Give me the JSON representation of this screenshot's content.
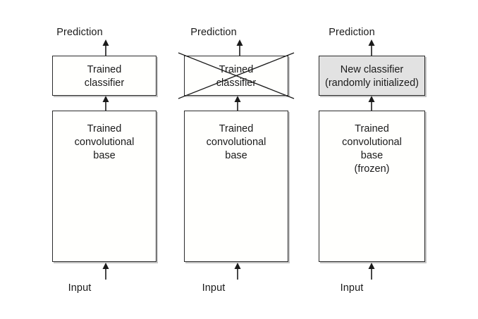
{
  "figure": {
    "title": "Transfer learning classifier swap diagram",
    "background_color": "#ffffff",
    "line_color": "#2b2b2b",
    "shaded_fill": "#e2e2e2",
    "plain_fill": "#fffffd"
  },
  "columns": [
    {
      "id": "col-1",
      "prediction_label": "Prediction",
      "classifier": {
        "lines": [
          "Trained",
          "classifier"
        ],
        "shaded": false,
        "crossed_out": false
      },
      "base": {
        "lines": [
          "Trained",
          "convolutional",
          "base"
        ],
        "shaded": false
      },
      "input_label": "Input"
    },
    {
      "id": "col-2",
      "prediction_label": "Prediction",
      "classifier": {
        "lines": [
          "Trained",
          "classifier"
        ],
        "shaded": false,
        "crossed_out": true
      },
      "base": {
        "lines": [
          "Trained",
          "convolutional",
          "base"
        ],
        "shaded": false
      },
      "input_label": "Input"
    },
    {
      "id": "col-3",
      "prediction_label": "Prediction",
      "classifier": {
        "lines": [
          "New classifier",
          "(randomly initialized)"
        ],
        "shaded": true,
        "crossed_out": false
      },
      "base": {
        "lines": [
          "Trained",
          "convolutional",
          "base",
          "(frozen)"
        ],
        "shaded": false
      },
      "input_label": "Input"
    }
  ]
}
